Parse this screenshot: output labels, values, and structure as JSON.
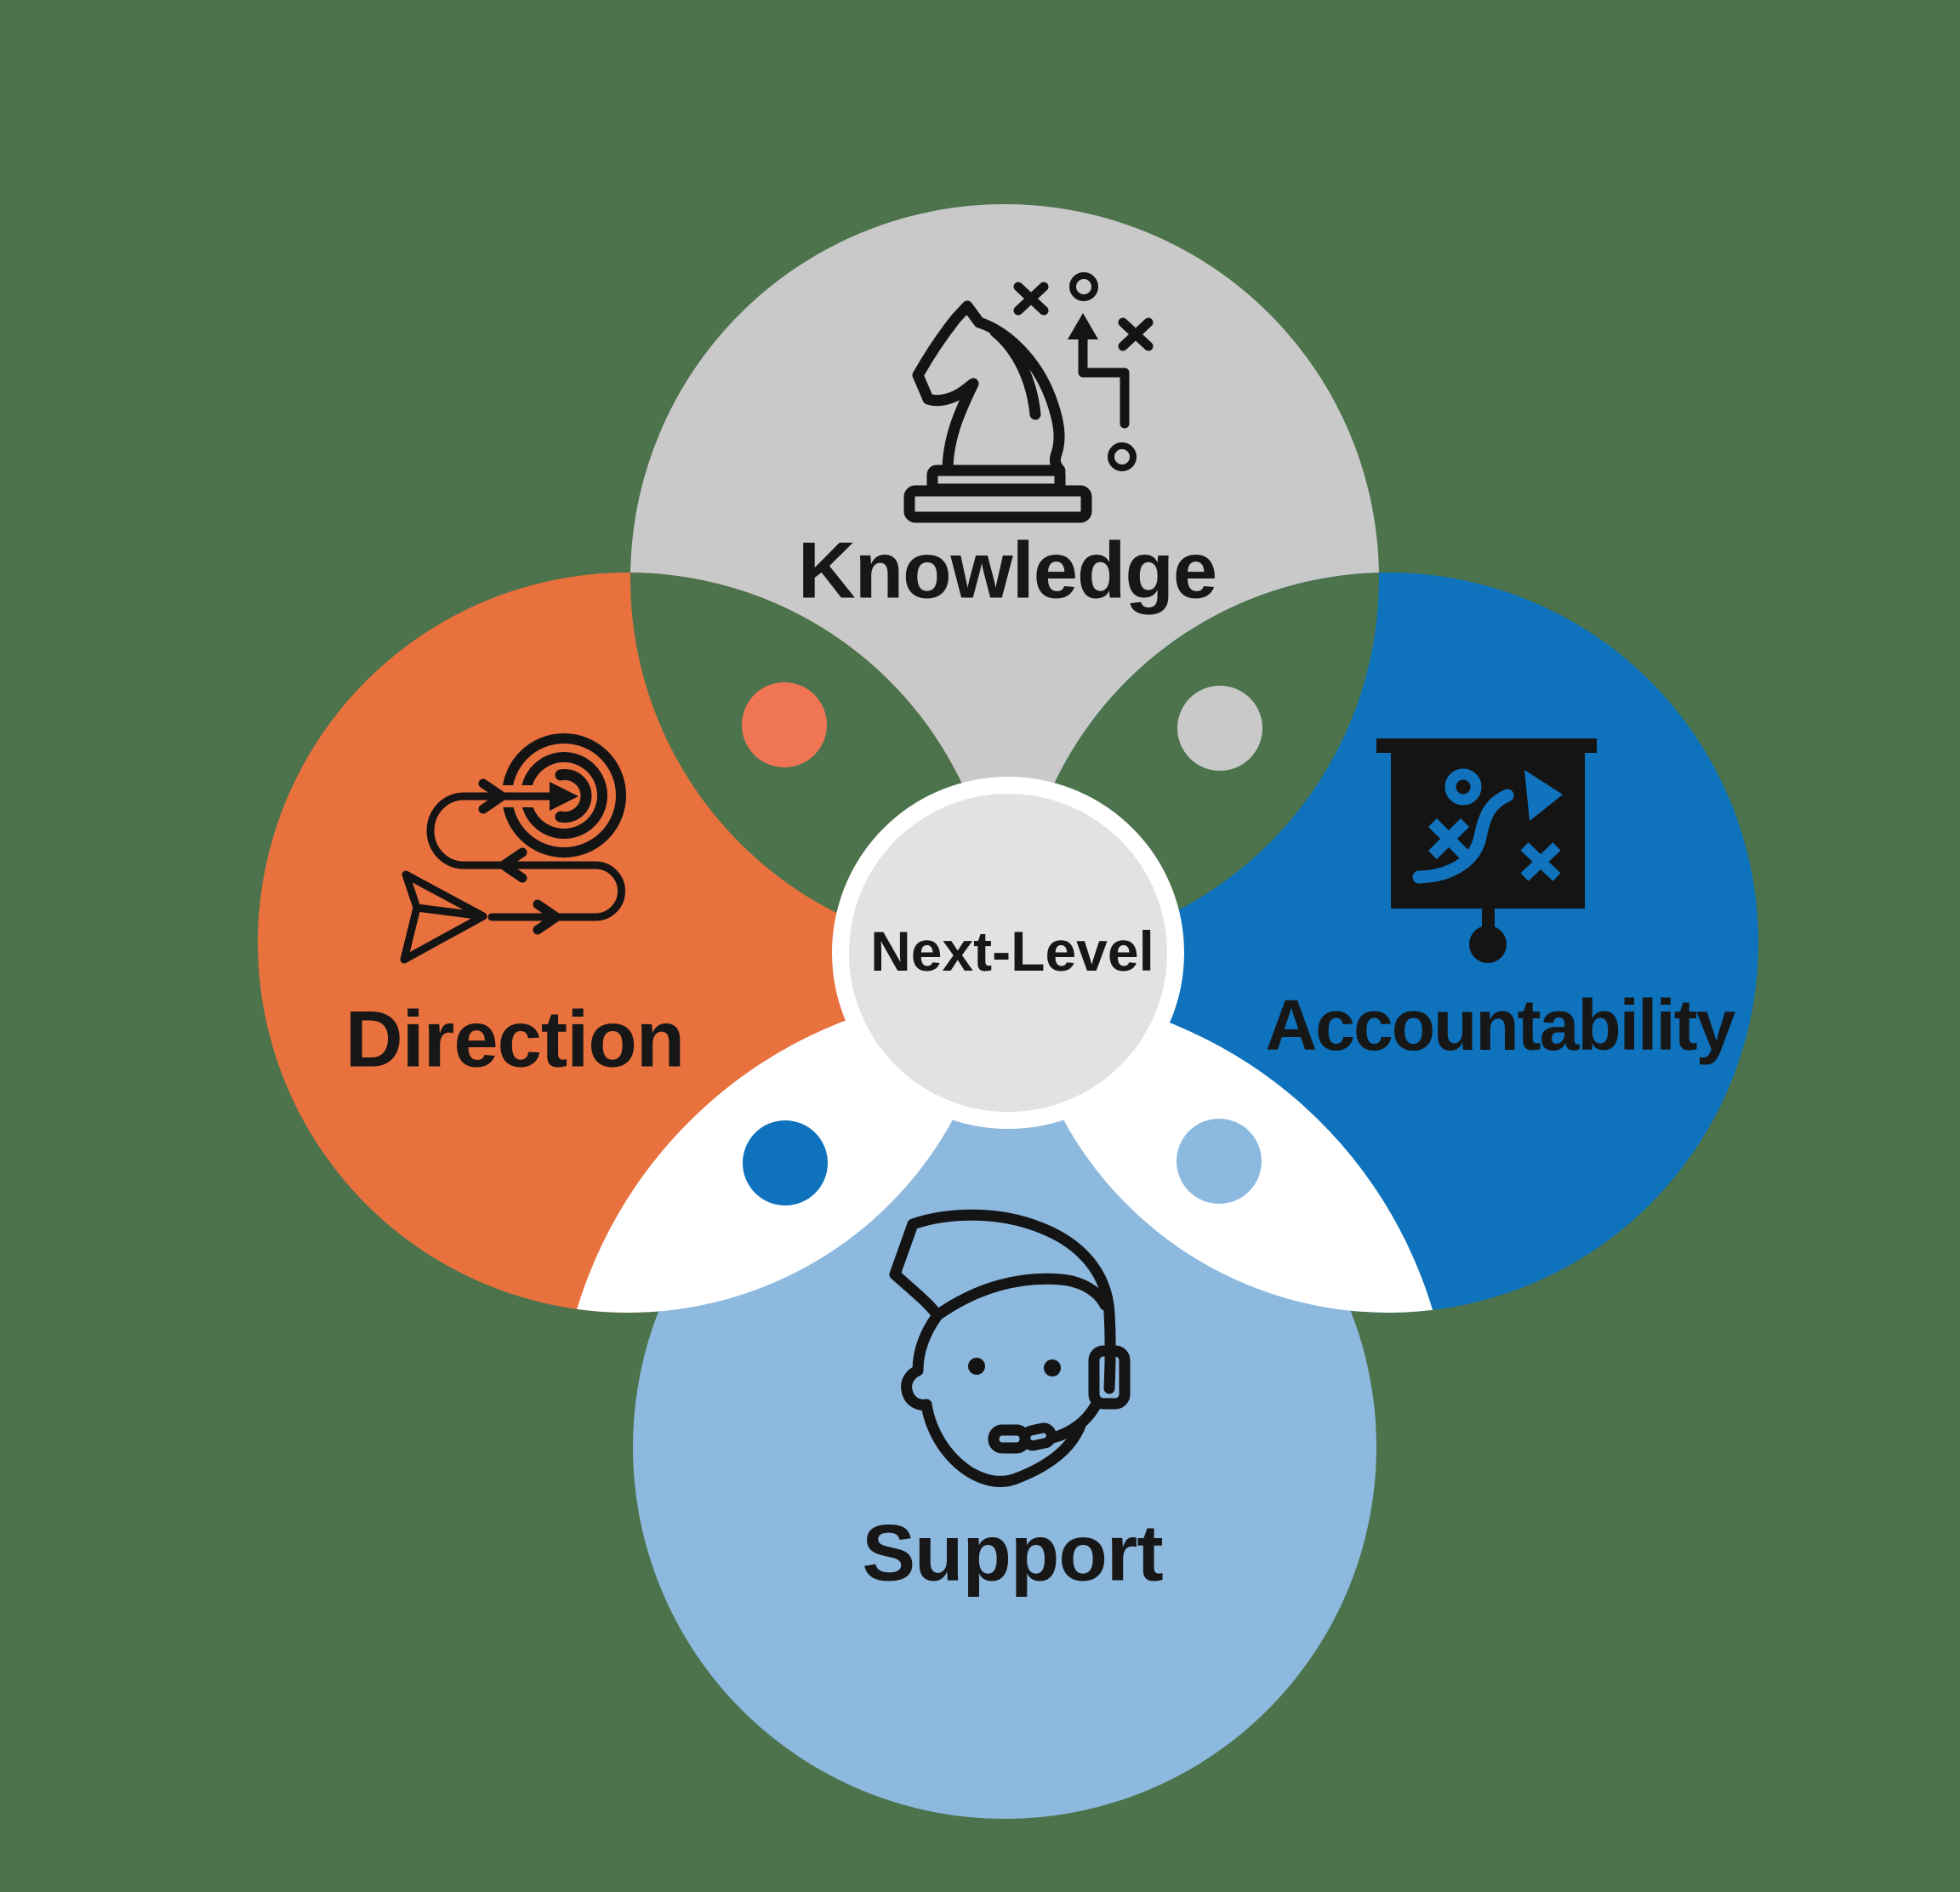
{
  "background_color": "#4C734C",
  "wing_color": "#FFFFFF",
  "label_color": "#171717",
  "icon_color": "#141414",
  "board_glyph_color": "#1173BD",
  "center": {
    "label": "Next-Level",
    "fill_color": "#E2E2E2",
    "ring_color": "#FFFFFF"
  },
  "circles": [
    {
      "id": "knowledge",
      "label": "Knowledge",
      "color": "#C9C9C9",
      "icon": "chess-knight-strategy-icon"
    },
    {
      "id": "direction",
      "label": "Direction",
      "color": "#E8713E",
      "icon": "paper-plane-path-target-icon"
    },
    {
      "id": "accountability",
      "label": "Accountability",
      "color": "#0E72BC",
      "icon": "strategy-presentation-board-icon"
    },
    {
      "id": "support",
      "label": "Support",
      "color": "#8DB9DE",
      "icon": "support-agent-headset-icon"
    }
  ],
  "intersection_dots": [
    {
      "between": "knowledge-direction",
      "color": "#F07554"
    },
    {
      "between": "knowledge-accountability",
      "color": "#C9C9C9"
    },
    {
      "between": "direction-support",
      "color": "#0E72BC"
    },
    {
      "between": "accountability-support",
      "color": "#8CB9E0"
    }
  ]
}
